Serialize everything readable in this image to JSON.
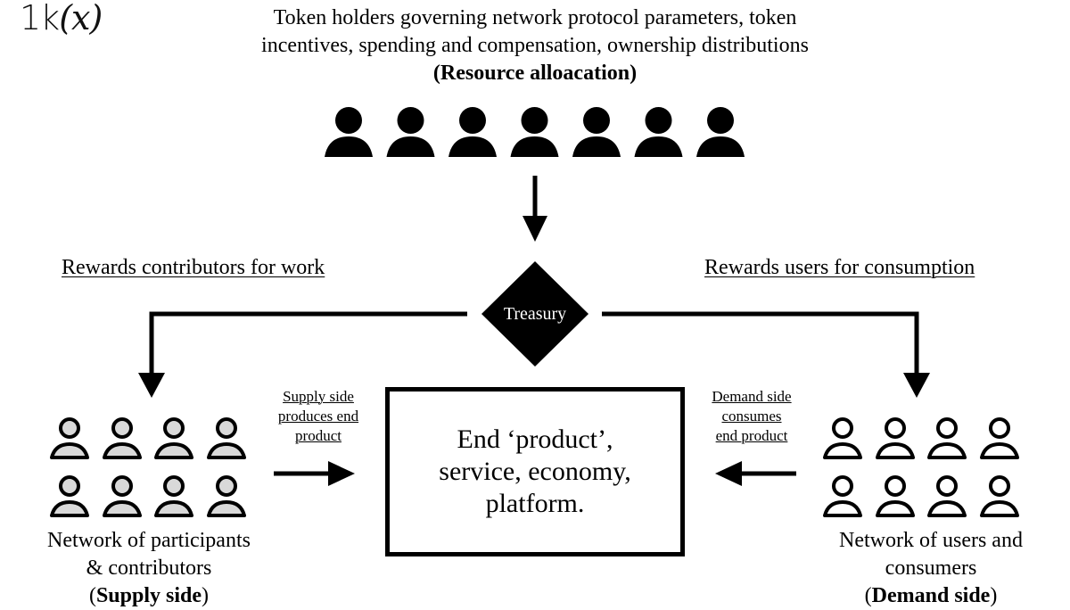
{
  "logo": {
    "prefix": "1k",
    "fx": "(x)"
  },
  "header": {
    "line1": "Token holders governing network protocol parameters, token",
    "line2": "incentives, spending and compensation, ownership distributions",
    "line3": "(Resource alloacation)"
  },
  "token_holders": {
    "count": 7,
    "icon": "person-filled-icon",
    "color": "#000000"
  },
  "treasury": {
    "label": "Treasury",
    "fill": "#000000",
    "text_color": "#ffffff"
  },
  "rewards": {
    "left": "Rewards contributors for work",
    "right": "Rewards users for consumption"
  },
  "flows": {
    "supply_label_lines": [
      "Supply side",
      "produces end",
      "product"
    ],
    "demand_label_lines": [
      "Demand side",
      "consumes",
      "end product"
    ]
  },
  "end_product": {
    "lines": [
      "End ‘product’,",
      "service, economy,",
      "platform."
    ]
  },
  "supply_network": {
    "rows": 2,
    "cols": 4,
    "icon": "person-outline-icon",
    "fill": "#d9d9d9",
    "label_line1": "Network of participants",
    "label_line2": "& contributors",
    "label_paren_open": "(",
    "label_bold": "Supply side",
    "label_paren_close": ")"
  },
  "demand_network": {
    "rows": 2,
    "cols": 4,
    "icon": "person-outline-icon",
    "fill": "#ffffff",
    "label_line1": "Network of users and",
    "label_line2": "consumers",
    "label_paren_open": "(",
    "label_bold": "Demand side",
    "label_paren_close": ")"
  }
}
